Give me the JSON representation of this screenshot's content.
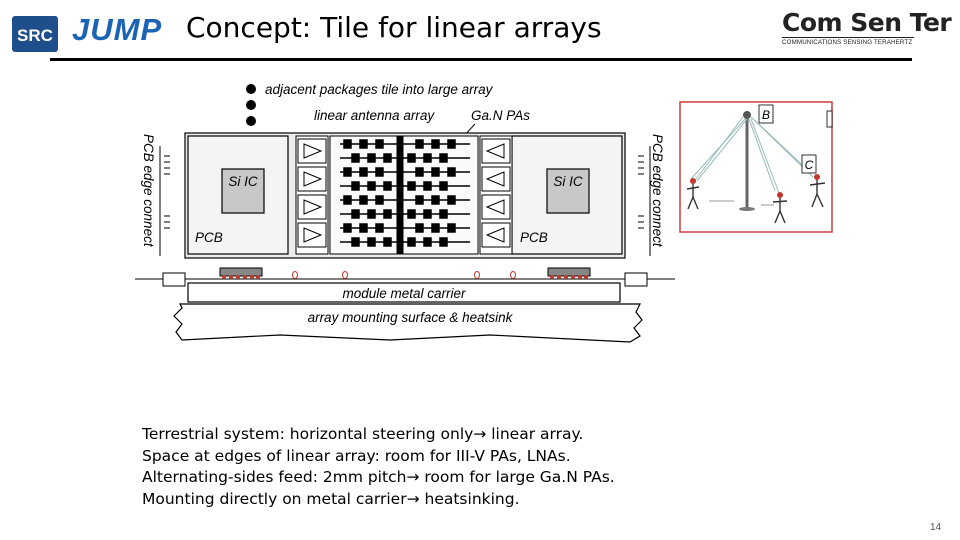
{
  "header": {
    "src_logo_text": "SRC",
    "jump_logo_text": "JUMP",
    "title": "Concept: Tile for linear arrays",
    "comsenter_name": "Com Sen Ter",
    "comsenter_tagline": "COMMUNICATIONS SENSING TERAHERTZ"
  },
  "diagram": {
    "label_adjacent": "adjacent packages tile into large array",
    "label_linear_array": "linear antenna array",
    "label_gan_pas": "Ga.N PAs",
    "label_pcb_edge_left": "PCB edge connect",
    "label_pcb_edge_right": "PCB edge connect",
    "label_si_ic_left": "Si IC",
    "label_si_ic_right": "Si IC",
    "label_pcb_left": "PCB",
    "label_pcb_right": "PCB",
    "label_carrier": "module metal carrier",
    "label_heatsink": "array mounting surface & heatsink"
  },
  "inset": {
    "label_b": "B",
    "label_c": "C"
  },
  "body": {
    "lines": [
      "Terrestrial system: horizontal steering only→ linear array.",
      "Space at edges of linear array: room for III-V PAs, LNAs.",
      "Alternating-sides feed: 2mm pitch→ room for large Ga.N PAs.",
      "Mounting directly on metal carrier→ heatsinking."
    ]
  },
  "footer": {
    "page_number": "14"
  },
  "colors": {
    "jump_blue": "#1b63b5",
    "src_blue": "#1f4e8c",
    "inset_border": "#d23b3b",
    "accent_red": "#c0392b"
  }
}
